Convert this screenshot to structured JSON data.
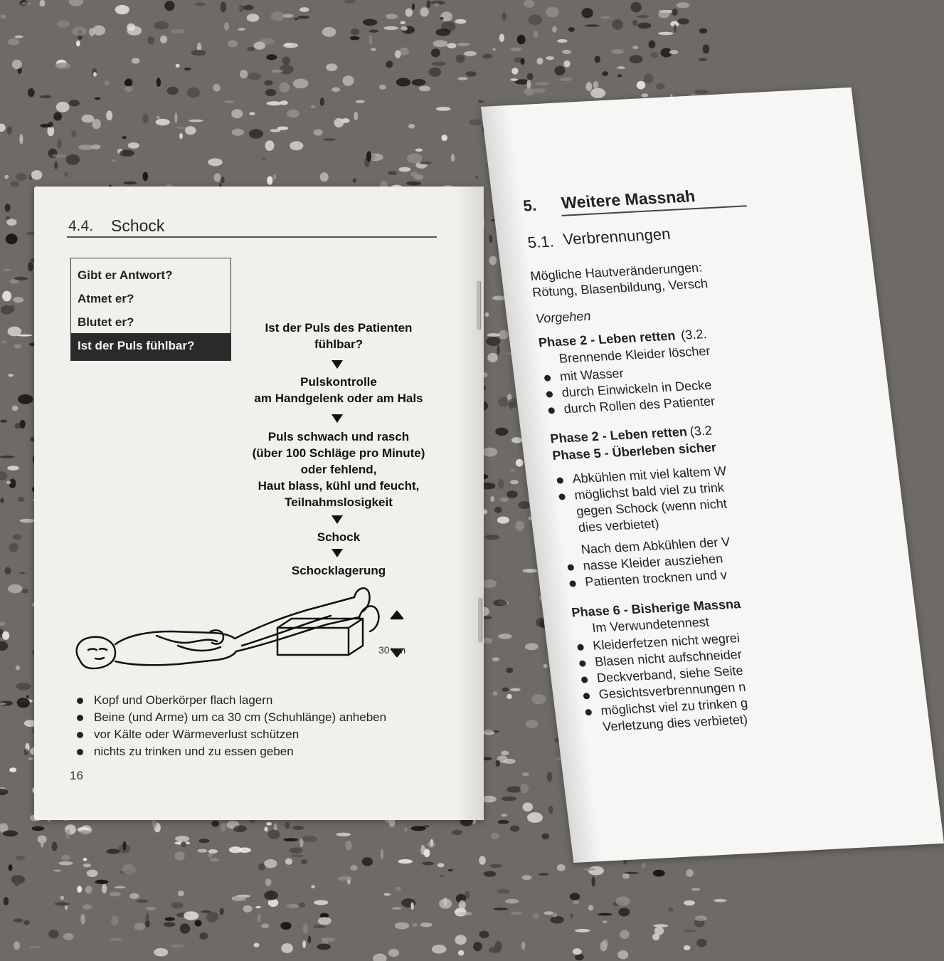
{
  "left_page": {
    "section_number": "4.4.",
    "section_title": "Schock",
    "questions": [
      "Gibt er Antwort?",
      "Atmet er?",
      "Blutet er?"
    ],
    "highlighted_question": "Ist der Puls fühlbar?",
    "flow": {
      "step1": [
        "Ist der Puls des Patienten",
        "fühlbar?"
      ],
      "step2": [
        "Pulskontrolle",
        "am Handgelenk oder am Hals"
      ],
      "step3": [
        "Puls schwach und rasch",
        "(über 100 Schläge pro Minute)",
        "oder fehlend,",
        "Haut blass, kühl und feucht,",
        "Teilnahmslosigkeit"
      ],
      "step4": [
        "Schock"
      ],
      "step5": [
        "Schocklagerung"
      ]
    },
    "illustration_label": "30 cm",
    "bullets": [
      "Kopf und Oberkörper flach lagern",
      "Beine (und Arme) um ca 30 cm (Schuhlänge) anheben",
      "vor Kälte oder Wärmeverlust schützen",
      "nichts zu trinken und zu essen geben"
    ],
    "page_number": "16"
  },
  "right_page": {
    "chapter_number": "5.",
    "chapter_title": "Weitere Massnah",
    "section_number": "5.1.",
    "section_title": "Verbrennungen",
    "intro": [
      "Mögliche Hautveränderungen:",
      "Rötung, Blasenbildung, Versch"
    ],
    "vorgehen": "Vorgehen",
    "phase_a": {
      "title": "Phase 2 - Leben retten",
      "ref": "(3.2.",
      "intro": "Brennende Kleider löscher",
      "bullets": [
        "mit Wasser",
        "durch Einwickeln in Decke",
        "durch Rollen des Patienter"
      ]
    },
    "phase_b": {
      "line1": "Phase 2  - Leben retten",
      "ref": "(3.2",
      "line2": "Phase 5  - Überleben sicher",
      "bullets": [
        "Abkühlen mit viel kaltem W",
        "möglichst bald viel zu trink"
      ],
      "continuation": [
        "gegen Schock (wenn nicht",
        "dies verbietet)"
      ],
      "after": "Nach dem Abkühlen der V",
      "bullets2": [
        "nasse Kleider ausziehen",
        "Patienten trocknen und  v"
      ]
    },
    "phase_c": {
      "title": "Phase 6 - Bisherige Massna",
      "intro": "Im Verwundetennest",
      "bullets": [
        "Kleiderfetzen nicht wegrei",
        "Blasen nicht aufschneider",
        "Deckverband, siehe Seite",
        "Gesichtsverbrennungen n",
        "möglichst viel zu trinken g"
      ],
      "continuation": "Verletzung dies verbietet)"
    }
  }
}
